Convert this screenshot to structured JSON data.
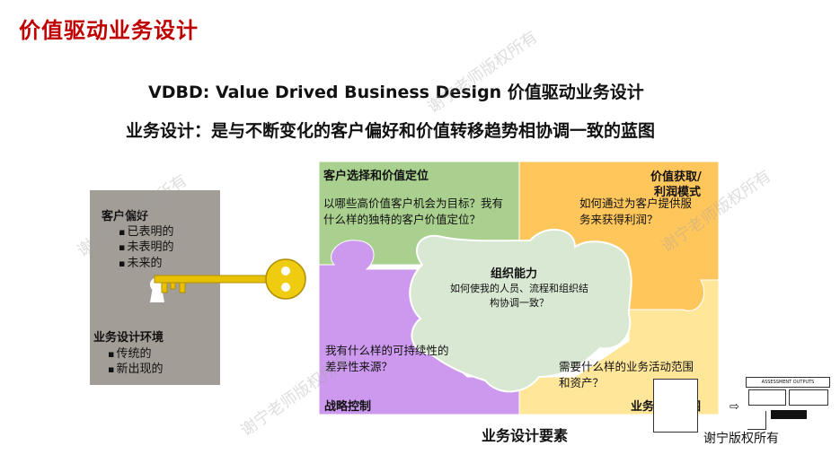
{
  "slide": {
    "title": "价值驱动业务设计",
    "subtitle_line1": "VDBD: Value Drived Business Design 价值驱动业务设计",
    "subtitle_line2": "业务设计：是与不断变化的客户偏好和价值转移趋势相协调一致的蓝图"
  },
  "left_panel": {
    "heading1": "客户偏好",
    "items1": [
      "已表明的",
      "未表明的",
      "未来的"
    ],
    "heading2": "业务设计环境",
    "items2": [
      "传统的",
      "新出现的"
    ]
  },
  "puzzle": {
    "top_left": {
      "title": "客户选择和价值定位",
      "text": "以哪些高价值客户机会为目标？我有什么样的独特的客户价值定位？",
      "color": "#a9d08e"
    },
    "top_right": {
      "title_line1": "价值获取/",
      "title_line2": "利润模式",
      "text": "如何通过为客户提供服务来获得利润？",
      "color": "#ffc65c"
    },
    "bottom_left": {
      "title": "战略控制",
      "text": "我有什么样的可持续性的差异性来源？",
      "color": "#cc99ee"
    },
    "bottom_right": {
      "title": "业务活动范围",
      "text": "需要什么样的业务活动范围和资产？",
      "color": "#ffe699"
    },
    "center": {
      "title": "组织能力",
      "text": "如何使我的人员、流程和组织结构协调一致？",
      "color": "#d9e8d3"
    }
  },
  "footer_label": "业务设计要素",
  "watermark": "谢宁老师版权所有",
  "corner": {
    "copyright": "谢宁版权所有",
    "mini_header": "ASSESSMENT OUTPUTS",
    "arrow": "⇨"
  }
}
